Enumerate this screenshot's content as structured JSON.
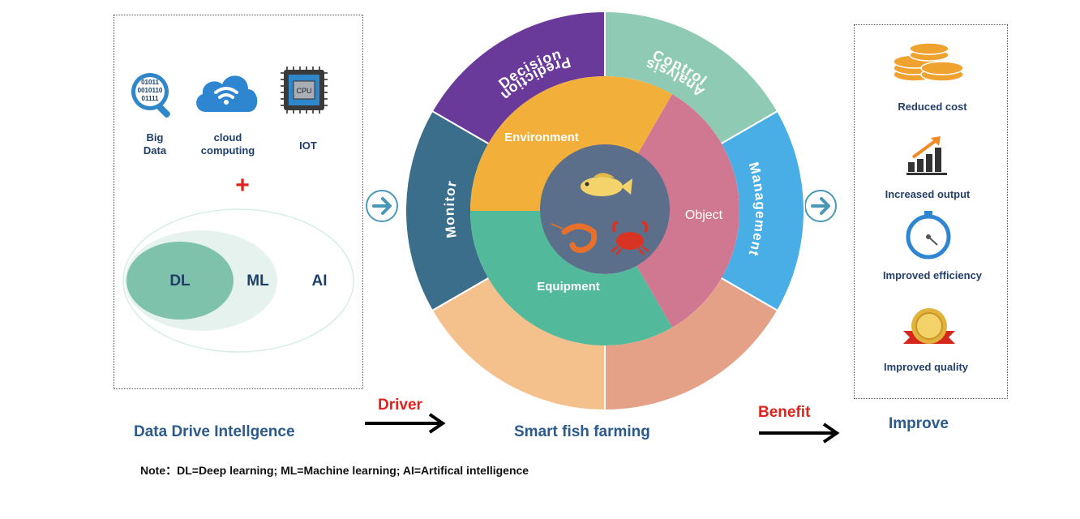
{
  "left_panel": {
    "tech_items": [
      {
        "label_line1": "Big",
        "label_line2": "Data",
        "icon": "big-data-magnifier-icon"
      },
      {
        "label_line1": "cloud",
        "label_line2": "computing",
        "icon": "cloud-wifi-icon"
      },
      {
        "label_line1": "IOT",
        "label_line2": "",
        "icon": "cpu-chip-icon"
      }
    ],
    "cpu_text": "CPU",
    "binary_lines": [
      "01011",
      "0010110",
      "01111"
    ],
    "plus_symbol": "+",
    "venn": {
      "inner": "DL",
      "middle": "ML",
      "outer": "AI"
    },
    "caption": "Data Drive Intellgence"
  },
  "driver_label": "Driver",
  "wheel": {
    "outer_segments": [
      {
        "label": "Decision",
        "color": "#6a3a9a"
      },
      {
        "label": "Control",
        "color": "#8fcab4"
      },
      {
        "label": "Management",
        "color": "#4aaee6"
      },
      {
        "label": "Analysis",
        "color": "#e5a187"
      },
      {
        "label": "Prediction",
        "color": "#f4c18c"
      },
      {
        "label": "Monitor",
        "color": "#3a6e8a"
      }
    ],
    "inner_segments": [
      {
        "label": "Environment",
        "color": "#f2af3a"
      },
      {
        "label": "Object",
        "color": "#d07892"
      },
      {
        "label": "Equipment",
        "color": "#52b99b"
      }
    ],
    "core_color": "#5c6f8a",
    "caption": "Smart fish farming"
  },
  "benefit_label": "Benefit",
  "right_panel": {
    "items": [
      {
        "label": "Reduced cost",
        "icon": "coins-icon"
      },
      {
        "label": "Increased output",
        "icon": "bar-growth-icon"
      },
      {
        "label": "Improved efficiency",
        "icon": "stopwatch-icon"
      },
      {
        "label": "Improved quality",
        "icon": "award-seal-icon"
      }
    ],
    "caption": "Improve"
  },
  "note": "Note：DL=Deep learning; ML=Machine learning; AI=Artifical intelligence"
}
